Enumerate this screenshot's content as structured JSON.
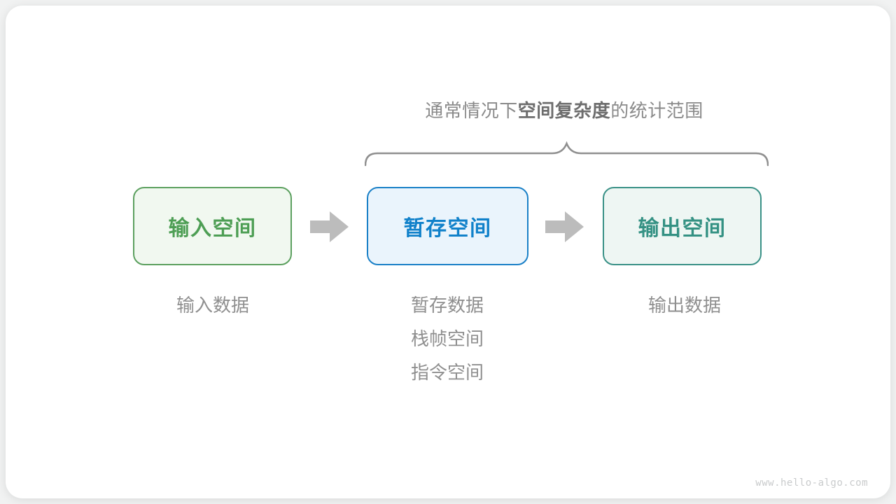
{
  "diagram": {
    "annotation": {
      "prefix": "通常情况下",
      "bold": "空间复杂度",
      "suffix": "的统计范围",
      "color": "#8a8a8a",
      "bold_color": "#6d6d6d"
    },
    "brace_color": "#8f8f8f",
    "arrow_color": "#bcbcbc",
    "note_text_color": "#8f8f8f",
    "boxes": [
      {
        "label": "输入空间",
        "border_color": "#5ca05f",
        "fill_color": "#f1f8f0",
        "text_color": "#4d9e54"
      },
      {
        "label": "暂存空间",
        "border_color": "#1a80c7",
        "fill_color": "#eaf4fc",
        "text_color": "#1081ca"
      },
      {
        "label": "输出空间",
        "border_color": "#3a9187",
        "fill_color": "#eef6f3",
        "text_color": "#349183"
      }
    ],
    "notes": [
      {
        "items": [
          "输入数据"
        ]
      },
      {
        "items": [
          "暂存数据",
          "栈帧空间",
          "指令空间"
        ]
      },
      {
        "items": [
          "输出数据"
        ]
      }
    ]
  },
  "watermark": {
    "text": "www.hello-algo.com",
    "color": "#c9cbcc"
  }
}
